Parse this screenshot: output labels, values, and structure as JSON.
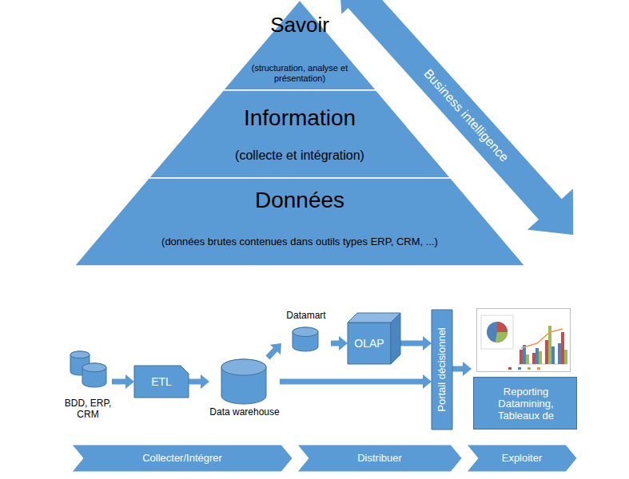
{
  "diagram": {
    "nodes": [
      {
        "text": [
          "Savoir",
          "(structuration, analyse et présentation)"
        ]
      },
      {
        "text": [
          "Information",
          "(collecte et intégration)"
        ]
      },
      {
        "text": [
          "Données",
          "(données brutes contenues dans outils types ERP, CRM, ...)"
        ]
      },
      {
        "text": [
          "Business intelligence"
        ]
      },
      {
        "text": [
          "BDD, ERP, CRM"
        ]
      },
      {
        "text": [
          "ETL"
        ]
      },
      {
        "text": [
          "Data warehouse"
        ]
      },
      {
        "text": [
          "Datamart"
        ]
      },
      {
        "text": [
          "OLAP"
        ]
      },
      {
        "text": [
          "Portail décisionnel"
        ]
      },
      {
        "text": [
          "Reporting Datamining, Tableaux de"
        ]
      },
      {
        "text": [
          "Collecter/Intégrer"
        ]
      },
      {
        "text": [
          "Distribuer"
        ]
      },
      {
        "text": [
          "Exploiter"
        ]
      }
    ],
    "edges": [
      {
        "from": 4,
        "to": 5,
        "arrow": "to"
      },
      {
        "from": 5,
        "to": 6,
        "arrow": "to"
      },
      {
        "from": 6,
        "to": 7,
        "arrow": "to"
      },
      {
        "from": 7,
        "to": 8,
        "arrow": "to"
      },
      {
        "from": 8,
        "to": 9,
        "arrow": "to"
      },
      {
        "from": 6,
        "to": 9,
        "arrow": "to"
      },
      {
        "from": 9,
        "to": 10,
        "arrow": "to"
      }
    ]
  }
}
